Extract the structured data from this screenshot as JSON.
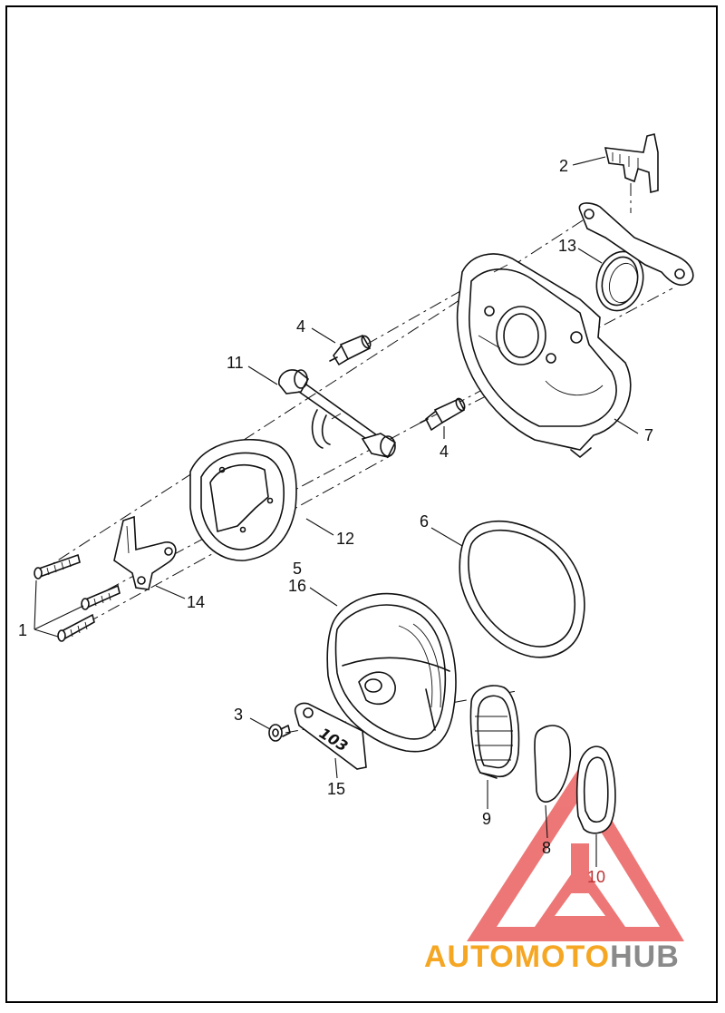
{
  "callouts": {
    "c1": "1",
    "c2": "2",
    "c3": "3",
    "c4a": "4",
    "c4b": "4",
    "c5": "5",
    "c6": "6",
    "c7": "7",
    "c8": "8",
    "c9": "9",
    "c10": "10",
    "c11": "11",
    "c12": "12",
    "c13": "13",
    "c14": "14",
    "c15": "15",
    "c16": "16"
  },
  "badge_text": "103",
  "watermark": {
    "part1": "AUTO",
    "part2": "MOTO",
    "part3": "HUB",
    "color_orange": "#f5a623",
    "color_gray": "#8a8a8a",
    "logo_color": "#e84a4a"
  },
  "colors": {
    "line": "#111111"
  }
}
